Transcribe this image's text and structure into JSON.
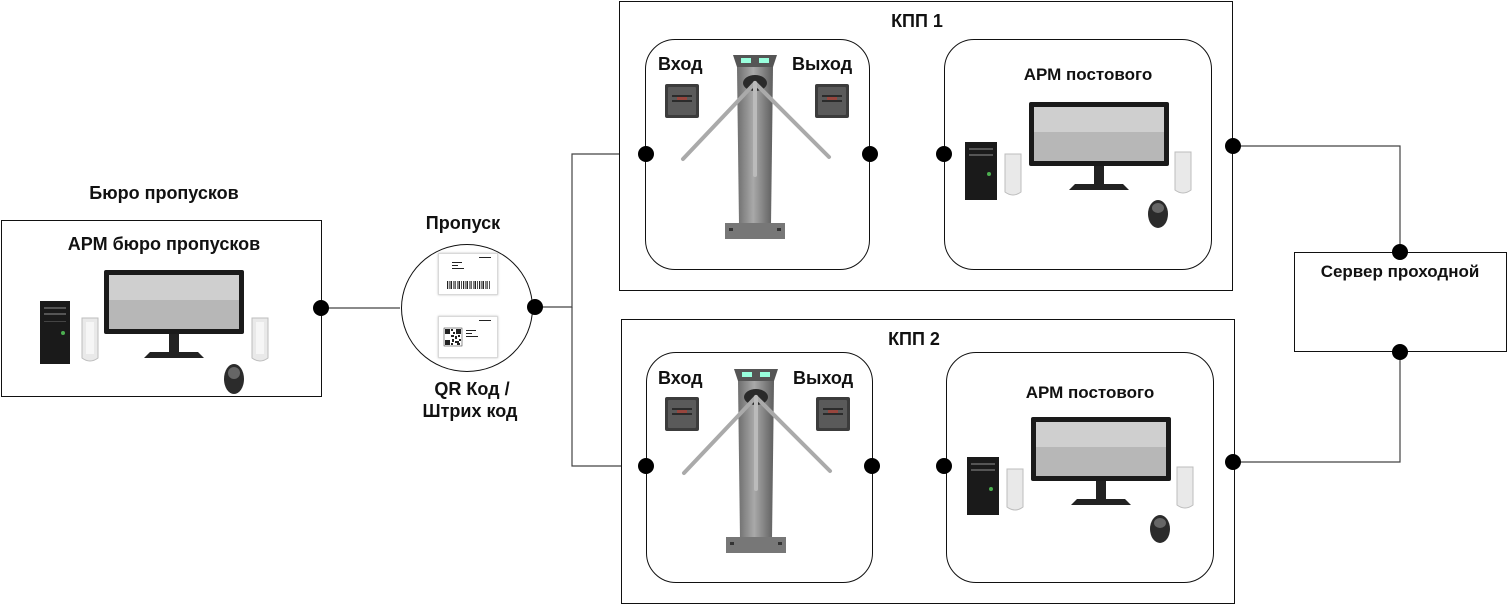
{
  "bureau": {
    "title": "Бюро пропусков",
    "workstation_label": "АРМ бюро пропусков"
  },
  "pass": {
    "title": "Пропуск",
    "code_label_line1": "QR Код /",
    "code_label_line2": "Штрих код"
  },
  "checkpoints": [
    {
      "title": "КПП 1",
      "entry_label": "Вход",
      "exit_label": "Выход",
      "guard_label": "АРМ постового"
    },
    {
      "title": "КПП 2",
      "entry_label": "Вход",
      "exit_label": "Выход",
      "guard_label": "АРМ постового"
    }
  ],
  "server": {
    "label": "Сервер проходной"
  },
  "icons": [
    "computer-tower-icon",
    "monitor-icon",
    "speaker-icon",
    "mouse-icon",
    "card-reader-icon",
    "turnstile-icon",
    "server-icon",
    "barcode-icon",
    "qr-code-icon"
  ]
}
